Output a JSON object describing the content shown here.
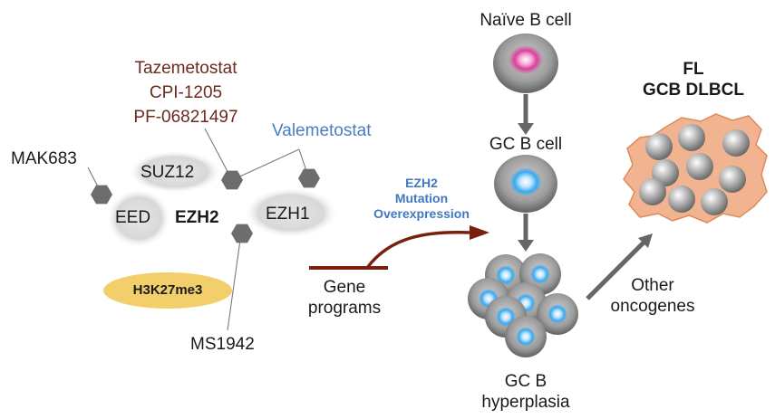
{
  "complex": {
    "suz12": "SUZ12",
    "eed": "EED",
    "ezh2": "EZH2",
    "ezh1": "EZH1",
    "histone_mark": "H3K27me3"
  },
  "drugs": {
    "group_ezh2": [
      "Tazemetostat",
      "CPI-1205",
      "PF-06821497"
    ],
    "valemetostat": "Valemetostat",
    "mak683": "MAK683",
    "ms1942": "MS1942"
  },
  "pathway": {
    "gene_programs": [
      "Gene",
      "programs"
    ],
    "ezh2_alteration": [
      "EZH2",
      "Mutation",
      "Overexpression"
    ],
    "naive_b": "Naïve B cell",
    "gc_b": "GC B cell",
    "gc_hyperplasia": [
      "GC B",
      "hyperplasia"
    ],
    "other_oncogenes": [
      "Other",
      "oncogenes"
    ],
    "lymphoma": [
      "FL",
      "GCB DLBCL"
    ]
  },
  "colors": {
    "drug_brown": "#6b2a1e",
    "drug_blue": "#4a7ec0",
    "arrow_red": "#7a1f0e",
    "histone_yellow": "#f2cf6a",
    "tumor_cell": "#f1b390",
    "protein_gray": "#d6d6d6",
    "inhibitor_hex": "#6d6d6d"
  }
}
